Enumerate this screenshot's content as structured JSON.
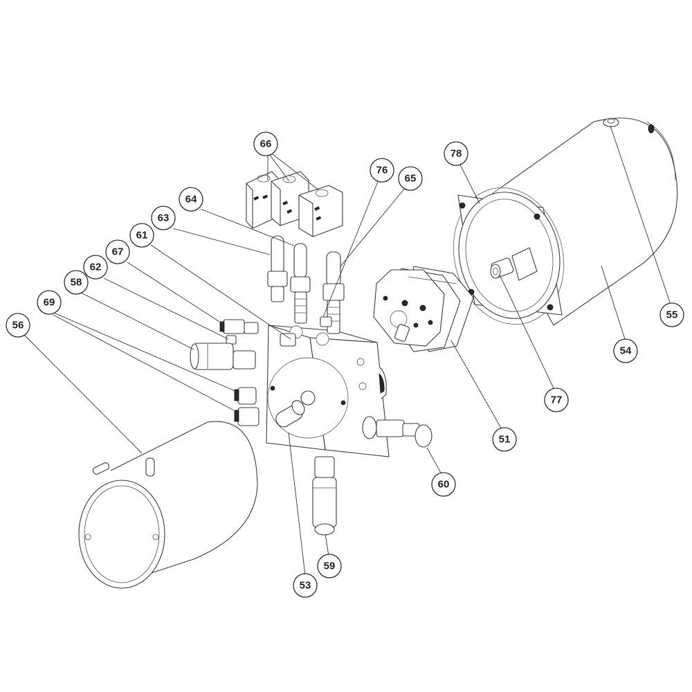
{
  "callouts": [
    {
      "id": "c51",
      "label": "51",
      "part": "pump"
    },
    {
      "id": "c53",
      "label": "53",
      "part": "manifold-block"
    },
    {
      "id": "c54",
      "label": "54",
      "part": "motor-housing"
    },
    {
      "id": "c55",
      "label": "55",
      "part": "motor-top-fitting"
    },
    {
      "id": "c56",
      "label": "56",
      "part": "reservoir-tank"
    },
    {
      "id": "c58",
      "label": "58",
      "part": "side-cartridge-valve"
    },
    {
      "id": "c59",
      "label": "59",
      "part": "bottom-relief-valve"
    },
    {
      "id": "c60",
      "label": "60",
      "part": "side-plug-valve"
    },
    {
      "id": "c61",
      "label": "61",
      "part": "top-fitting"
    },
    {
      "id": "c62",
      "label": "62",
      "part": "small-fitting"
    },
    {
      "id": "c63",
      "label": "63",
      "part": "solenoid-valve-left"
    },
    {
      "id": "c64",
      "label": "64",
      "part": "solenoid-valve-middle"
    },
    {
      "id": "c65",
      "label": "65",
      "part": "solenoid-valve-right"
    },
    {
      "id": "c66",
      "label": "66",
      "part": "coil-blocks"
    },
    {
      "id": "c67",
      "label": "67",
      "part": "port-fitting"
    },
    {
      "id": "c69",
      "label": "69",
      "part": "port-plugs"
    },
    {
      "id": "c76",
      "label": "76",
      "part": "check-valve"
    },
    {
      "id": "c77",
      "label": "77",
      "part": "motor-shaft-coupler"
    },
    {
      "id": "c78",
      "label": "78",
      "part": "motor-flange"
    }
  ]
}
